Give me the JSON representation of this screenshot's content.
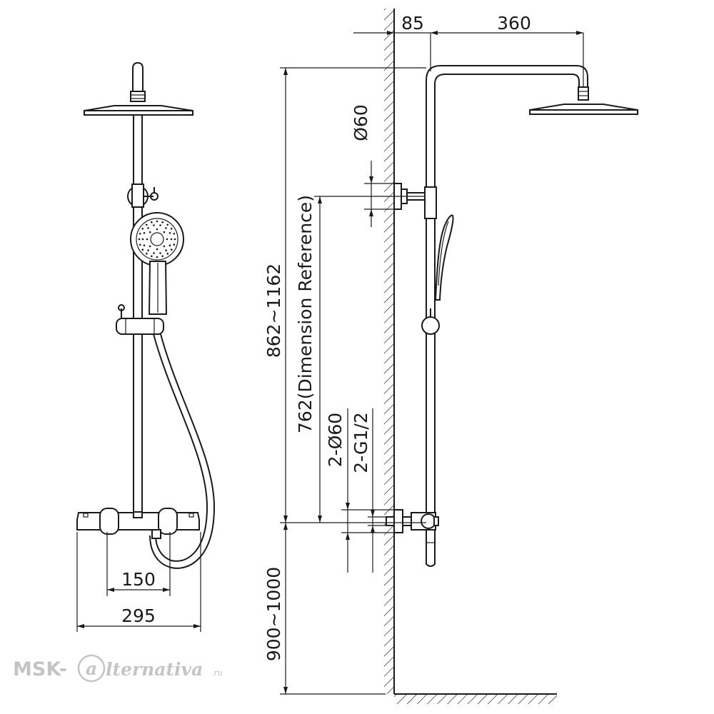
{
  "dimensions": {
    "arm_offset": "85",
    "arm_reach": "360",
    "flange_diameter_top": "Ø60",
    "column_height_range": "862~1162",
    "dimension_reference": "762(Dimension Reference)",
    "flange_diameter_bottom": "2-Ø60",
    "thread_size": "2-G1/2",
    "inlet_spacing": "150",
    "valve_width": "295",
    "mounting_height": "900~1000"
  },
  "watermark": {
    "brand_prefix": "MSK-",
    "brand_letter": "a",
    "brand_suffix": "lternativa",
    "domain": ".ru"
  },
  "colors": {
    "line": "#1a1a1a",
    "watermark": "#c4c4c4"
  }
}
